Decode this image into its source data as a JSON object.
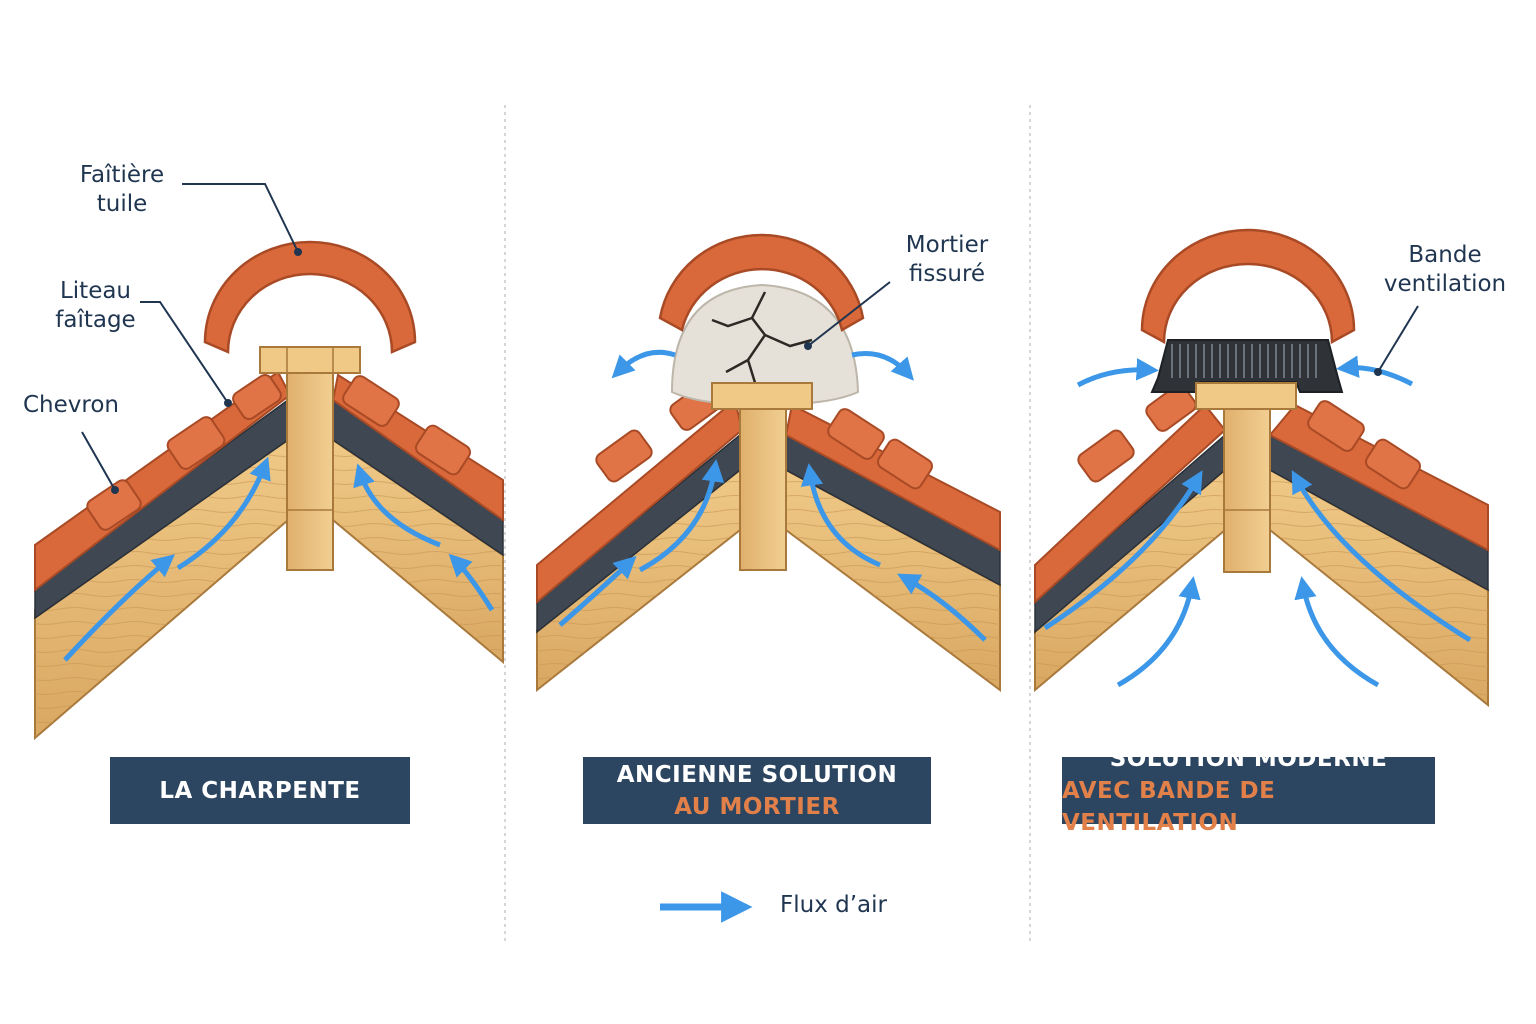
{
  "panels": [
    {
      "title_line1": "LA CHARPENTE",
      "title_line2": "",
      "callouts": {
        "ridge_tile": "Faîtière\ntuile",
        "ridge_batten": "Liteau\nfaîtage",
        "rafter": "Chevron"
      }
    },
    {
      "title_line1": "ANCIENNE SOLUTION",
      "title_line2": "AU MORTIER",
      "callouts": {
        "mortar": "Mortier\nfissuré"
      }
    },
    {
      "title_line1": "SOLUTION MODERNE",
      "title_line2": "AVEC BANDE DE VENTILATION",
      "callouts": {
        "vent_strip": "Bande\nventilation"
      }
    }
  ],
  "legend": {
    "airflow_label": "Flux d’air"
  },
  "colors": {
    "tile": "#d9683a",
    "tile_dark": "#b8502a",
    "wood": "#e4b872",
    "wood_dark": "#a9793c",
    "membrane": "#3f4752",
    "airflow": "#3d97e8",
    "mortar": "#e6e1d8",
    "vent_strip": "#2f3338",
    "title_bg": "#2c4560",
    "accent": "#e2804a"
  },
  "icons": {
    "airflow_arrow": "arrow-right-icon",
    "crack": "crack-icon"
  }
}
